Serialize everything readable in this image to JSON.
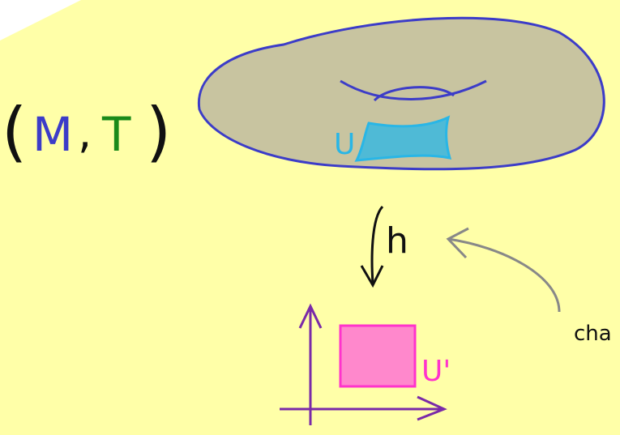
{
  "space": {
    "open_paren": "(",
    "manifold": "M",
    "comma": ",",
    "topology": "T",
    "close_paren": ")"
  },
  "labels": {
    "open_set": "U",
    "map": "h",
    "image_set": "U'",
    "annotation": "cha"
  },
  "colors": {
    "background": "#ffffa8",
    "torus_fill": "#c8c4a0",
    "torus_stroke": "#3c3cc8",
    "open_set": "#29b6e6",
    "image_fill": "#ff88cc",
    "image_stroke": "#ff33cc",
    "axes": "#7a2aa8",
    "manifold_letter": "#3c3cc8",
    "topology_letter": "#1a8a1a",
    "ink": "#111111",
    "annotation_arrow": "#888888"
  }
}
